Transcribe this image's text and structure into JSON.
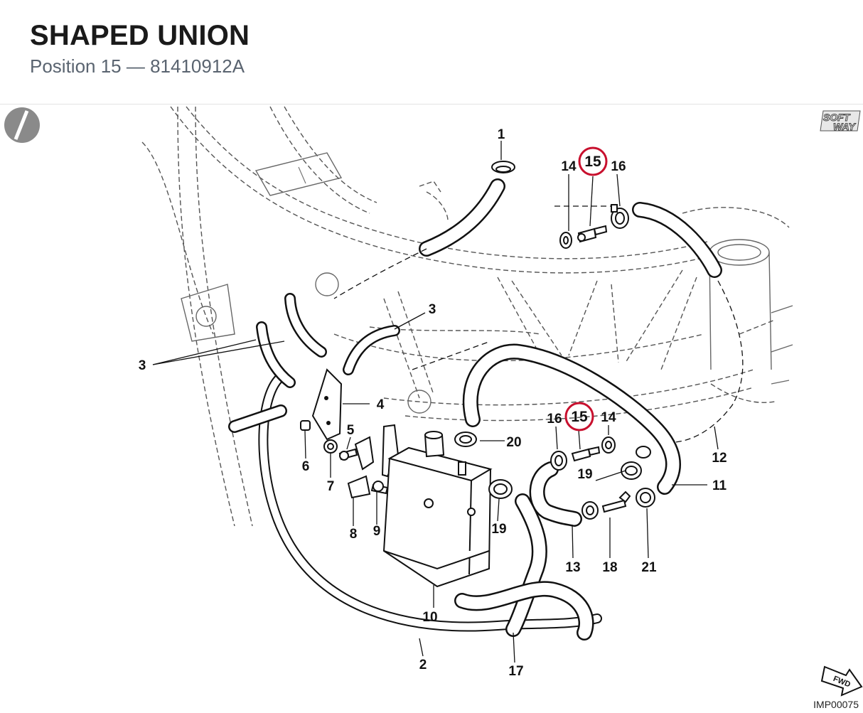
{
  "header": {
    "title": "SHAPED UNION",
    "subtitle": "Position 15 — 81410912A"
  },
  "diagram": {
    "highlighted_position": "15",
    "highlight_color": "#c8102e",
    "labels": {
      "p1": "1",
      "p2": "2",
      "p3a": "3",
      "p3b": "3",
      "p4": "4",
      "p5": "5",
      "p6": "6",
      "p7": "7",
      "p8": "8",
      "p9": "9",
      "p10": "10",
      "p11": "11",
      "p12": "12",
      "p13": "13",
      "p14a": "14",
      "p14b": "14",
      "p15a": "15",
      "p15b": "15",
      "p16a": "16",
      "p16b": "16",
      "p17": "17",
      "p18": "18",
      "p19a": "19",
      "p19b": "19",
      "p20": "20",
      "p21": "21"
    },
    "logo_text_1": "SOFT",
    "logo_text_2": "WAY",
    "fwd_text": "FWD",
    "image_code": "IMP00075"
  }
}
